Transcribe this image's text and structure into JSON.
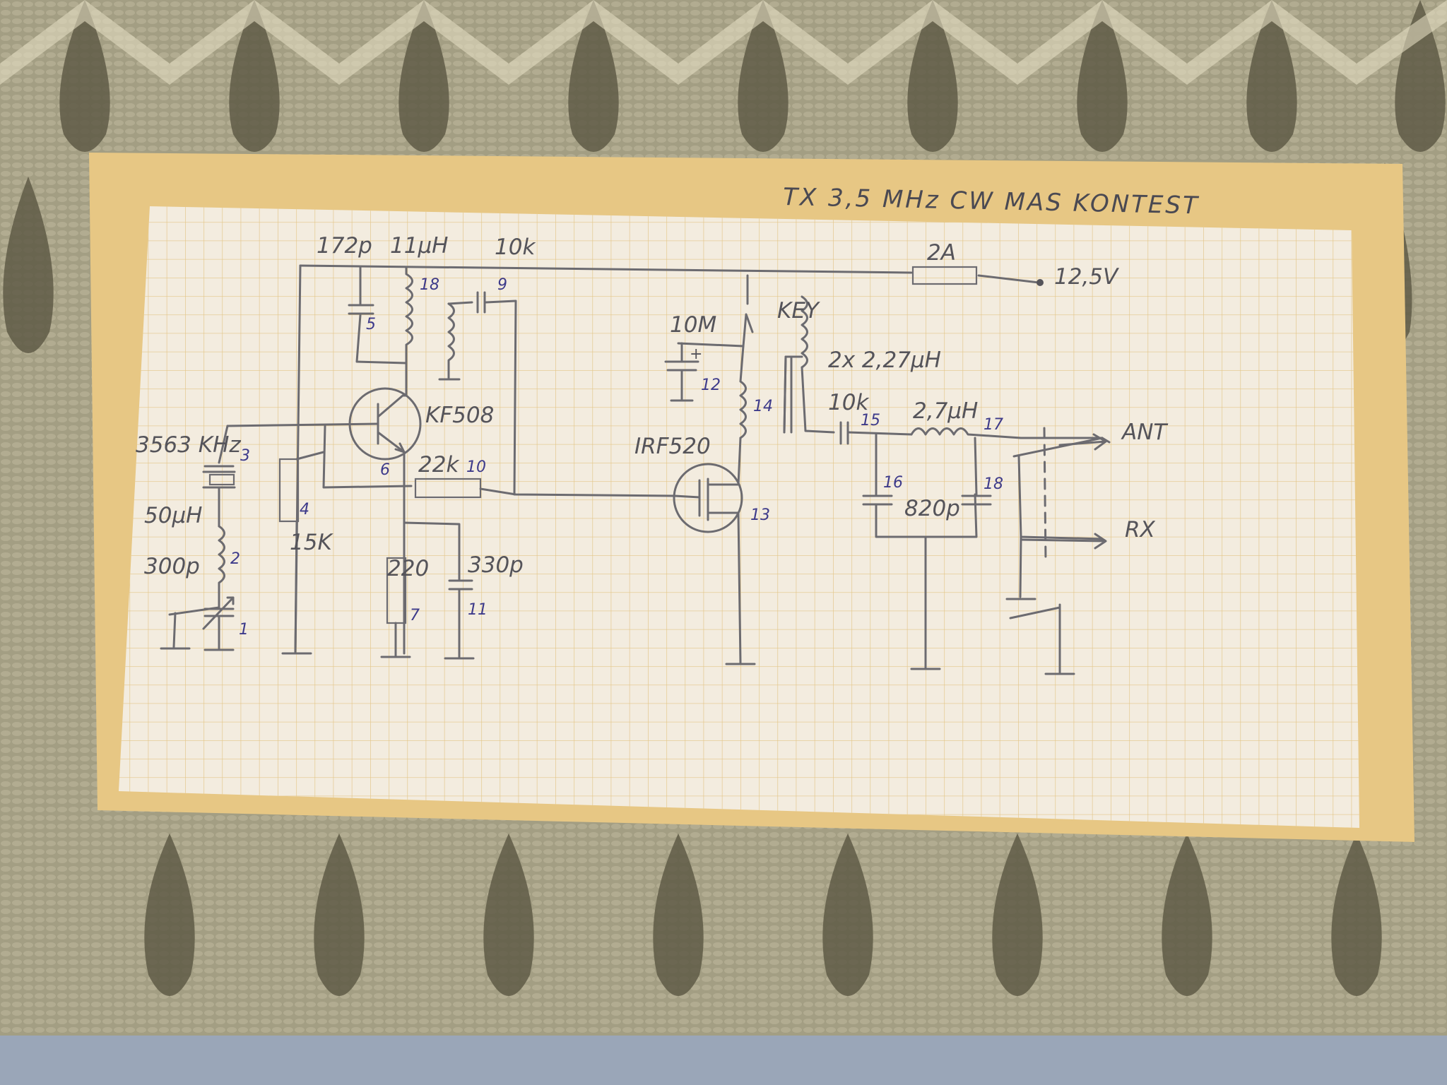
{
  "title": "TX 3,5 MHz CW  MAS KONTEST",
  "labels": {
    "c5": "172p",
    "l18": "11µH",
    "r9": "10k",
    "fuse": "2A",
    "supply": "12,5V",
    "key": "KEY",
    "c12": "10M",
    "l14": "2x 2,27µH",
    "c15": "10k",
    "l17": "2,7µH",
    "ant": "ANT",
    "rx": "RX",
    "q1": "KF508",
    "q2": "IRF520",
    "xtal": "3563 KHz",
    "l2": "50µH",
    "c1": "300p",
    "pot": "15K",
    "r10": "22k",
    "r7": "220",
    "c11": "330p",
    "c16c18": "820p"
  },
  "numbers": {
    "n1": "1",
    "n2": "2",
    "n3": "3",
    "n4": "4",
    "n5": "5",
    "n6": "6",
    "n7": "7",
    "n9": "9",
    "n10": "10",
    "n11": "11",
    "n12": "12",
    "n13": "13",
    "n14": "14",
    "n15": "15",
    "n16": "16",
    "n17": "17",
    "n18a": "18",
    "n18b": "18",
    "plus": "+"
  },
  "colors": {
    "carpet": "#8d8a72",
    "card": "#e7c784",
    "paper": "#f3ecdf",
    "grid": "#e3c587",
    "pencil": "#6c6b70",
    "number_ink": "#3d3a8a"
  }
}
